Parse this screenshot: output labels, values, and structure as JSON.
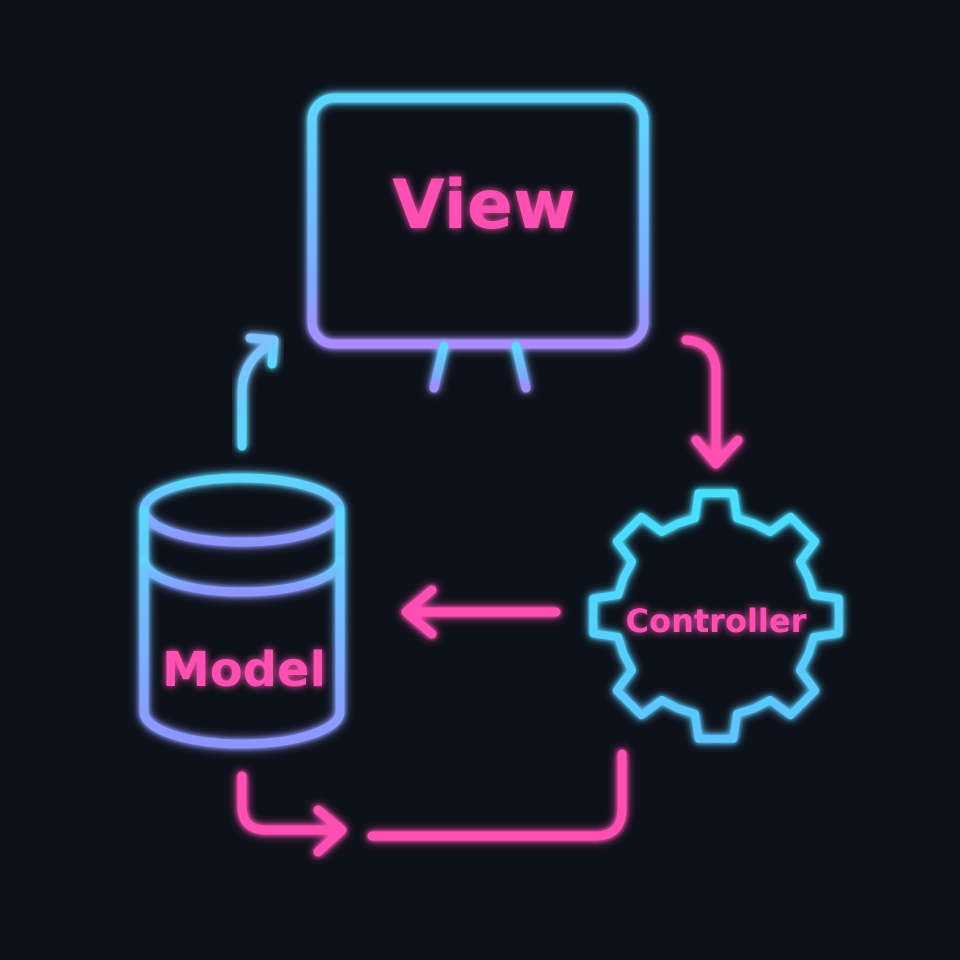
{
  "labels": {
    "view": "View",
    "model": "Model",
    "controller": "Controller"
  },
  "colors": {
    "background": "#0d1119",
    "cyan": "#5cd8ff",
    "blue": "#7fa8ff",
    "lavender": "#a98cff",
    "pink": "#ff4fb3"
  },
  "nodes": [
    {
      "id": "view",
      "icon": "monitor-icon"
    },
    {
      "id": "model",
      "icon": "database-icon"
    },
    {
      "id": "controller",
      "icon": "gear-icon"
    }
  ],
  "edges": [
    {
      "from": "view",
      "to": "controller"
    },
    {
      "from": "controller",
      "to": "model"
    },
    {
      "from": "model",
      "to": "view"
    },
    {
      "from": "model",
      "to": "controller"
    }
  ]
}
